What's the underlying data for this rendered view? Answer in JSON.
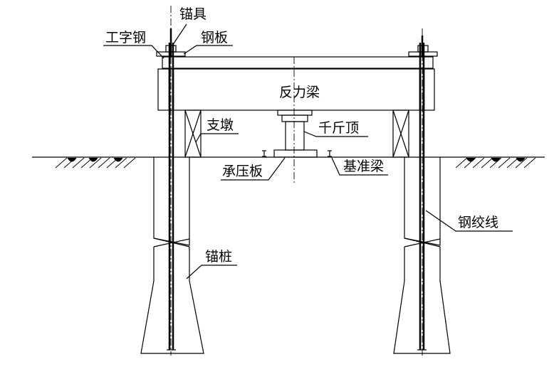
{
  "labels": {
    "anchor_device": "锚具",
    "i_beam": "工字钢",
    "steel_plate": "钢板",
    "reaction_beam": "反力梁",
    "support_pier": "支墩",
    "jack": "千斤顶",
    "bearing_plate": "承压板",
    "reference_beam": "基准梁",
    "steel_strand": "钢绞线",
    "anchor_pile": "锚桩"
  }
}
